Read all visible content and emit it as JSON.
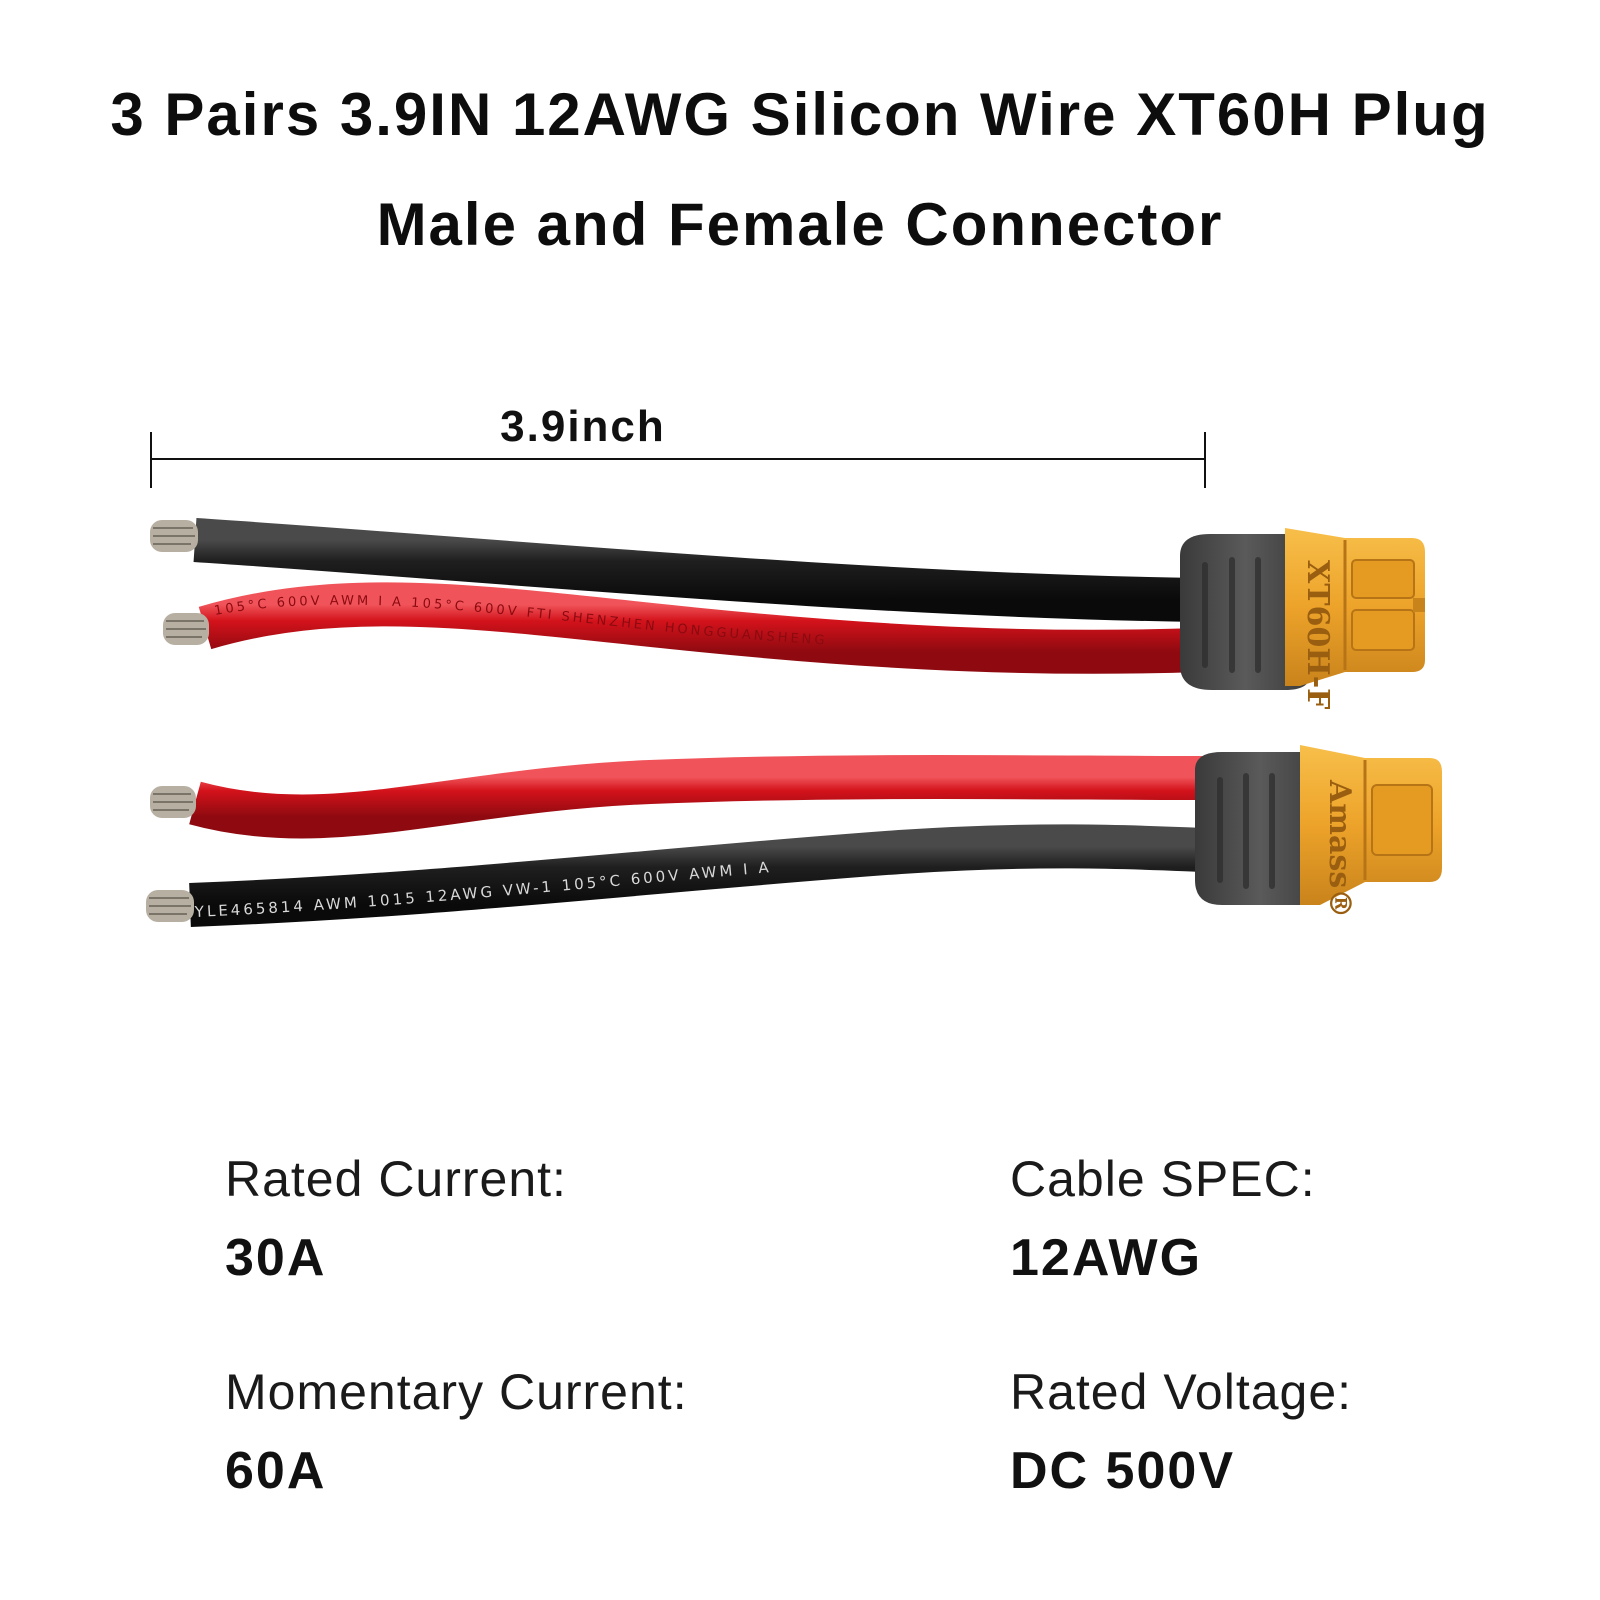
{
  "title": {
    "line1": "3 Pairs 3.9IN 12AWG Silicon Wire XT60H Plug",
    "line2": "Male and Female Connector"
  },
  "dimension": {
    "label": "3.9inch"
  },
  "connectors": {
    "top_housing_text": "XT60H-F",
    "bottom_housing_text": "Amass®",
    "red_wire_print": "105°C 600V AWM I A 105°C 600V FTI SHENZHEN HONGGUANSHENG",
    "black_wire_print": "YLE465814 AWM 1015 12AWG VW-1 105°C 600V AWM I A"
  },
  "specs": {
    "rated_current": {
      "label": "Rated Current:",
      "value": "30A"
    },
    "cable_spec": {
      "label": "Cable SPEC:",
      "value": "12AWG"
    },
    "momentary_current": {
      "label": "Momentary Current:",
      "value": "60A"
    },
    "rated_voltage": {
      "label": "Rated Voltage:",
      "value": "DC 500V"
    }
  },
  "colors": {
    "black_wire": "#1c1c1c",
    "red_wire": "#d3121b",
    "connector_yellow": "#f0a52a",
    "boot_gray": "#4a4a4a",
    "tinned_tip": "#b7b0a2"
  }
}
